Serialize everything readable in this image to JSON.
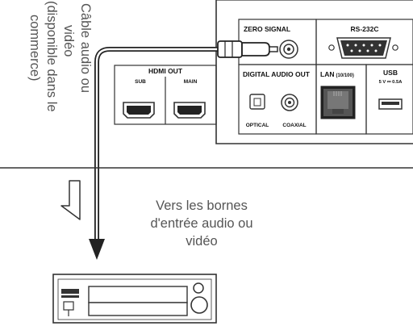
{
  "cable_label": {
    "lines": [
      "Câble audio ou",
      "vidéo",
      "(disponible dans le",
      "commerce)"
    ]
  },
  "destination_label": {
    "lines": [
      "Vers les bornes",
      "d'entrée audio ou",
      "vidéo"
    ]
  },
  "rear_panel": {
    "zero_signal": "ZERO SIGNAL",
    "rs232c": "RS-232C",
    "digital_audio_out": "DIGITAL AUDIO OUT",
    "optical": "OPTICAL",
    "coaxial": "COAXIAL",
    "lan": "LAN",
    "lan_speed": "(10/100)",
    "usb": "USB",
    "usb_rating": "5 V ⎓ 0.5A",
    "hdmi_out": "HDMI OUT",
    "hdmi_sub": "SUB",
    "hdmi_main": "MAIN"
  }
}
